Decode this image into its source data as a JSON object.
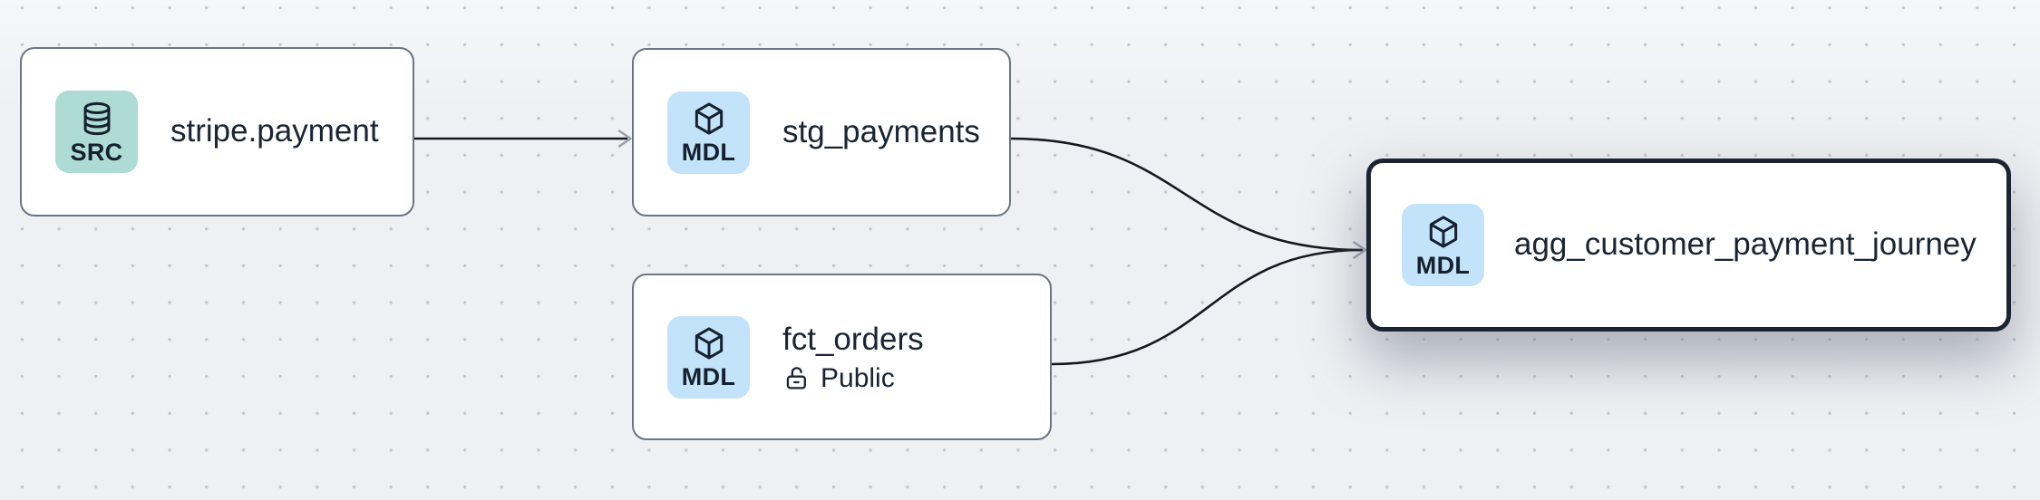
{
  "canvas": {
    "background_color": "#eef0f3",
    "dot_color": "#c2c5cd",
    "edge_color": "#15191f",
    "arrowhead_color": "#98a0ab",
    "node_border_color": "#6b7585",
    "selected_node_border_color": "#1c2433",
    "text_color": "#1a2433"
  },
  "nodes": {
    "stripe_payment": {
      "title": "stripe.payment",
      "badge": "SRC",
      "icon": "database-icon",
      "tile_color": "#aedcd5",
      "selected": false
    },
    "stg_payments": {
      "title": "stg_payments",
      "badge": "MDL",
      "icon": "cube-icon",
      "tile_color": "#c2e3f9",
      "selected": false
    },
    "fct_orders": {
      "title": "fct_orders",
      "badge": "MDL",
      "icon": "cube-icon",
      "tile_color": "#c2e3f9",
      "access_label": "Public",
      "access_icon": "lock-open-icon",
      "selected": false
    },
    "agg_customer_payment_journey": {
      "title": "agg_customer_payment_journey",
      "badge": "MDL",
      "icon": "cube-icon",
      "tile_color": "#c2e3f9",
      "selected": true
    }
  },
  "edges": [
    {
      "from": "stripe_payment",
      "to": "stg_payments"
    },
    {
      "from": "stg_payments",
      "to": "agg_customer_payment_journey"
    },
    {
      "from": "fct_orders",
      "to": "agg_customer_payment_journey"
    }
  ]
}
